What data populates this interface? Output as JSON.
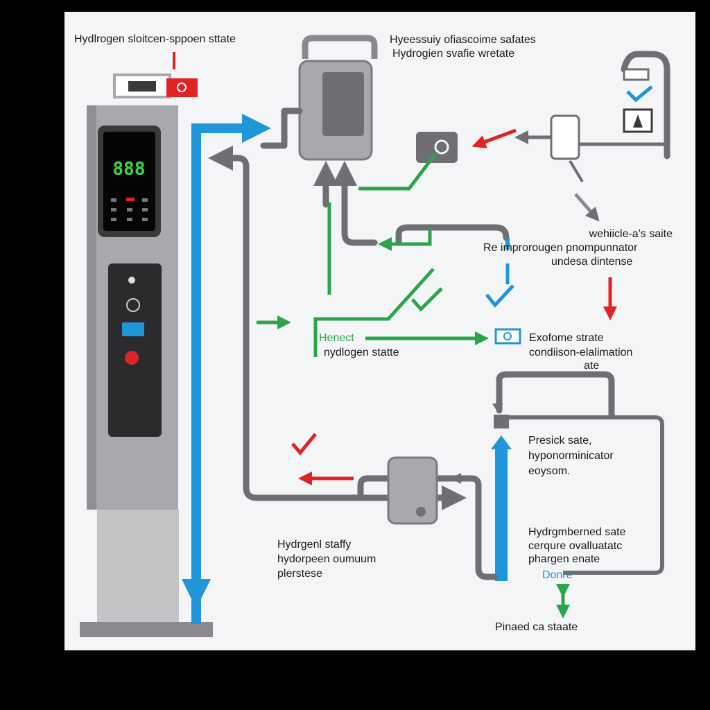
{
  "labels": {
    "top_left": "Hydlrogen sloitcen-sppoen sttate",
    "top_right_1": "Hyeessuiy ofiascoime safates",
    "top_right_2": "Hydrogien svafie wretate",
    "vehicle_1": "wehiicle-a's saite",
    "vehicle_2": "Re improrougen pnompunnator",
    "vehicle_3": "undesa dintense",
    "henect": "Henect",
    "hydrogen_state": "nydlogen statte",
    "exofome_1": "Exofome strate",
    "exofome_2": "condiison-elalimation",
    "exofome_3": "ate",
    "presick_1": "Presick sate,",
    "presick_2": "hyponorminicator",
    "presick_3": "eoysom.",
    "safety_1": "Hydrgenl staffy",
    "safety_2": "hydorpeen oumuum",
    "safety_3": "plerstese",
    "eval_1": "Hydrgmberned sate",
    "eval_2": "cerqure ovalluatatc",
    "eval_3": "phargen enate",
    "done": "Donre",
    "final": "Pinaed ca staate"
  },
  "display": {
    "readout": "888"
  },
  "colors": {
    "hydrogen_pipe": "#1e96d8",
    "flow_green": "#2aa54a",
    "alert_red": "#e02424",
    "pipe_gray": "#6f6f73",
    "panel": "#f4f5f7"
  }
}
